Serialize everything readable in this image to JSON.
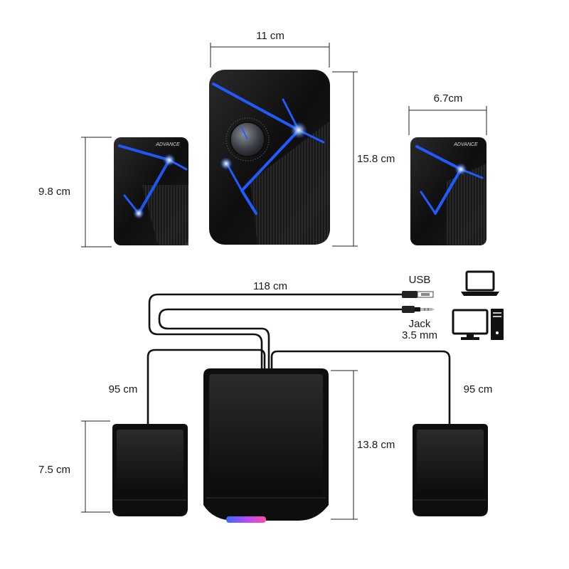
{
  "front_view": {
    "main_width": "11 cm",
    "main_height": "15.8 cm",
    "satellite_height": "9.8 cm",
    "satellite_width": "6.7cm",
    "brand": "ADVANCE"
  },
  "top_view": {
    "cable_length": "118 cm",
    "usb_label": "USB",
    "jack_label_line1": "Jack",
    "jack_label_line2": "3.5 mm",
    "left_cable": "95 cm",
    "right_cable": "95 cm",
    "satellite_depth": "7.5 cm",
    "main_depth": "13.8 cm"
  },
  "colors": {
    "led_blue": "#1f5bff",
    "speaker_body": "#141414",
    "ring_purple": "#8a3cff"
  },
  "icons": [
    "laptop-icon",
    "desktop-computer-icon",
    "usb-plug-icon",
    "audio-jack-icon"
  ]
}
